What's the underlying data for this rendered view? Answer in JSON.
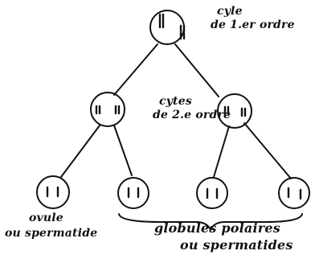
{
  "labels": {
    "top_line1": "cyle",
    "top_line2": "de 1.er ordre",
    "mid_line1": "cytes",
    "mid_line2": "de 2.e ordre",
    "ovule_line1": "ovule",
    "ovule_line2": "ou spermatide",
    "globules_line1": "globules polaires",
    "globules_line2": "ou spermatides"
  },
  "colors": {
    "ink": "#111111",
    "background": "#ffffff"
  }
}
